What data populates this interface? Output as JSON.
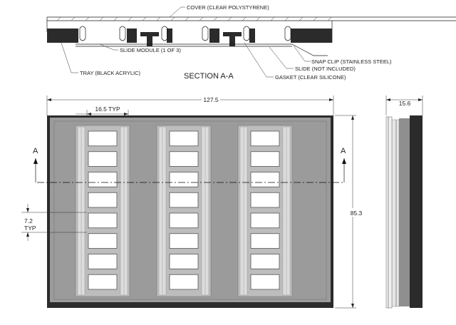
{
  "section_view": {
    "title": "SECTION A-A",
    "labels": {
      "cover": "COVER (CLEAR POLYSTYRENE)",
      "slide_module": "SLIDE MODULE (1 OF 3)",
      "tray": "TRAY (BLACK ACRYLIC)",
      "snap_clip": "SNAP CLIP (STAINLESS STEEL)",
      "slide": "SLIDE (NOT INCLUDED)",
      "gasket": "GASKET (CLEAR SILICONE)"
    }
  },
  "top_view": {
    "width_dim": "127.5",
    "height_dim": "85.3",
    "module_width_dim": "16.5 TYP",
    "well_pitch_dim": "7.2",
    "well_pitch_note": "TYP",
    "section_marker": "A",
    "section_marker_right": "A",
    "modules": 3,
    "wells_per_module": 8
  },
  "side_view": {
    "width_dim": "15.6"
  },
  "colors": {
    "tray": "#2b2b2b",
    "plate": "#9b9b9b",
    "strip": "#dcdcdc"
  }
}
